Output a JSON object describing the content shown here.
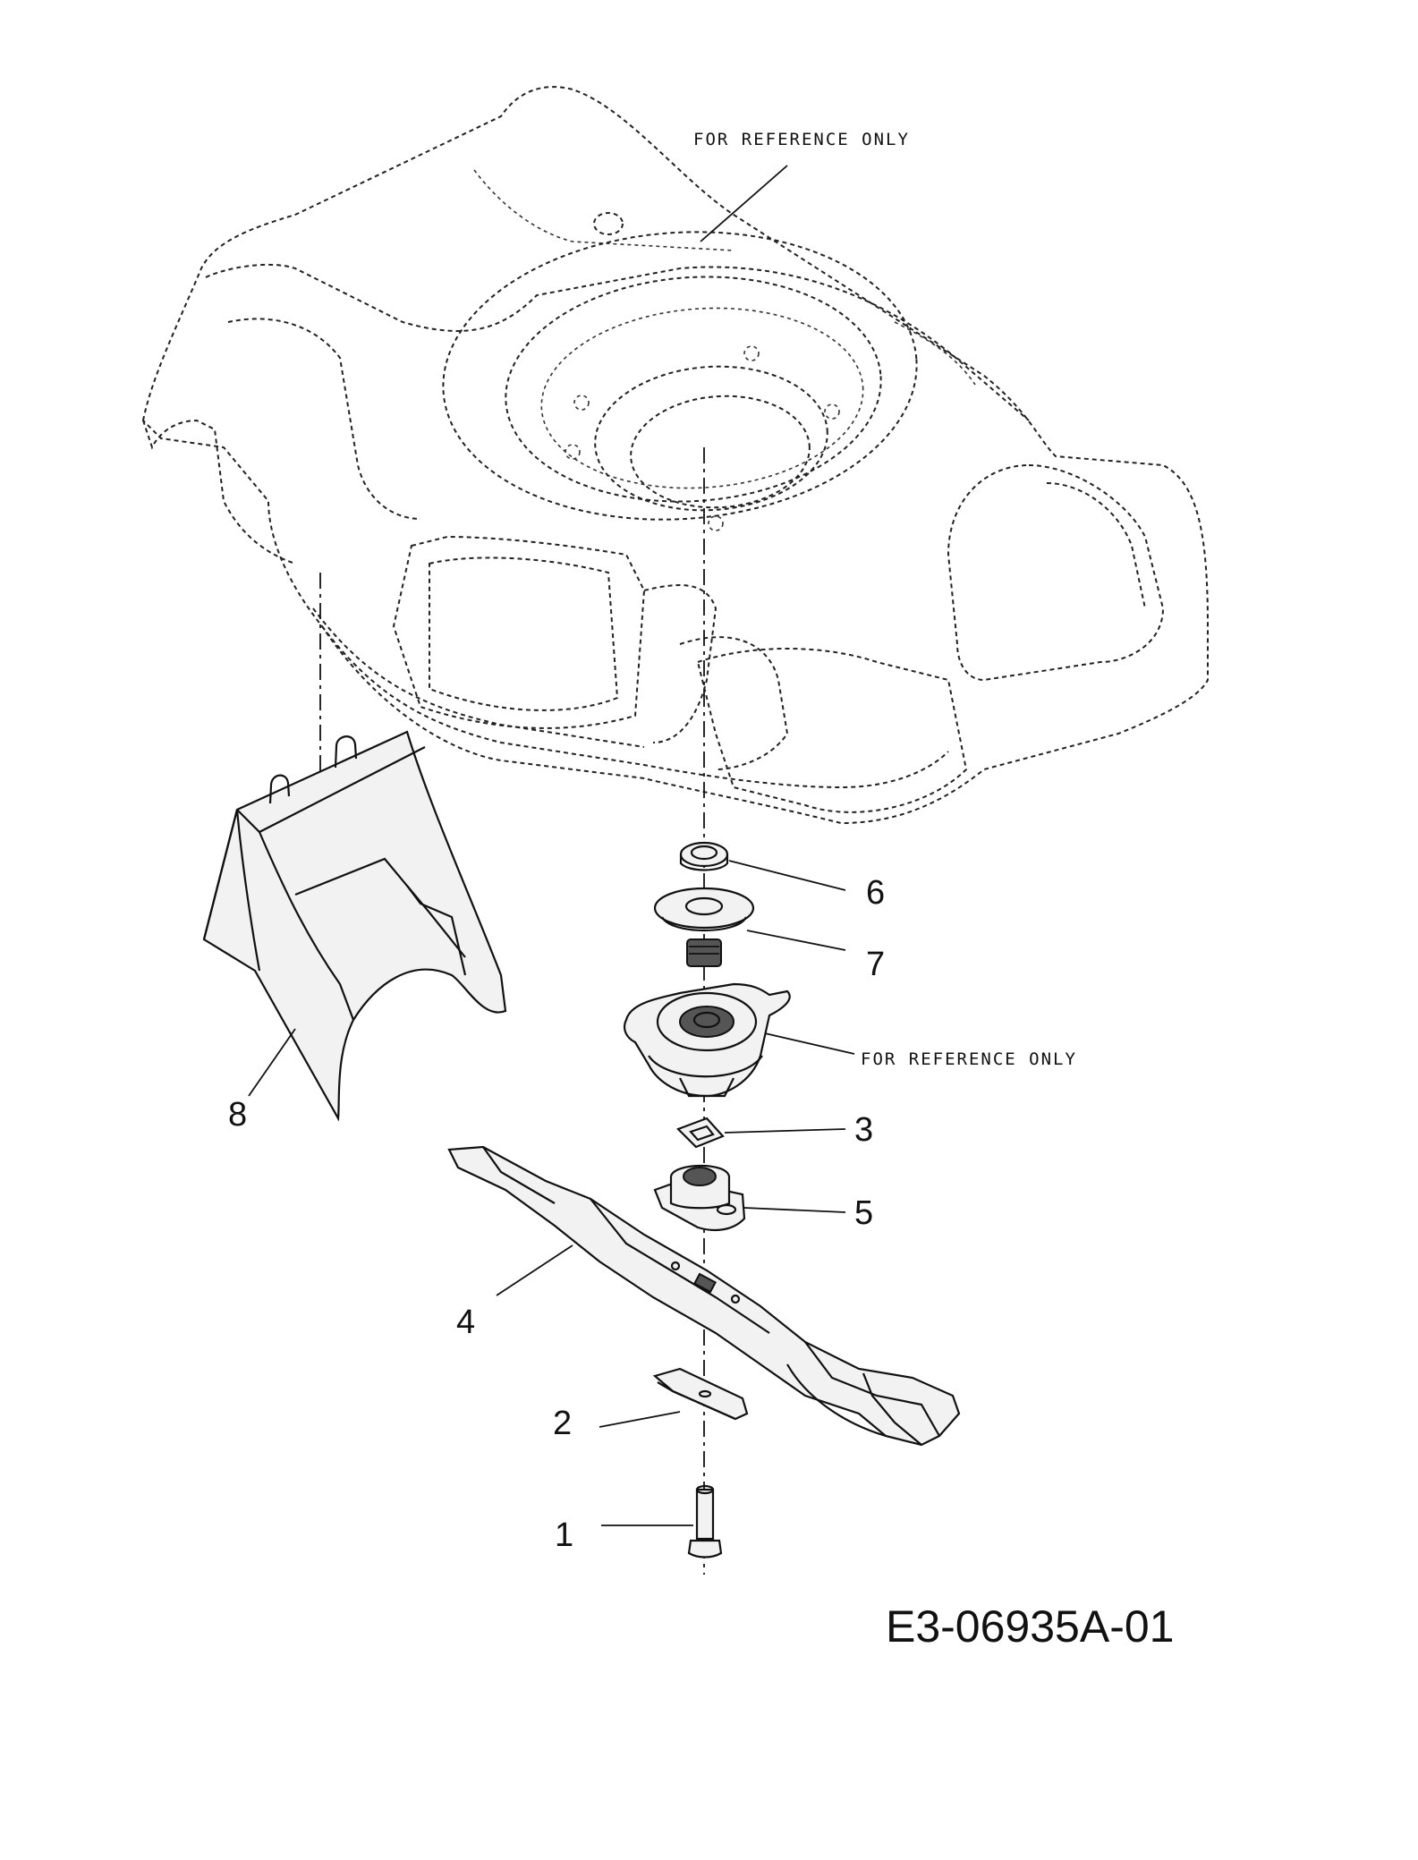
{
  "labels": {
    "deck_reference": "FOR REFERENCE ONLY",
    "motor_reference": "FOR REFERENCE ONLY",
    "drawing_id": "E3-06935A-01"
  },
  "callouts": [
    {
      "id": "1",
      "text": "1"
    },
    {
      "id": "2",
      "text": "2"
    },
    {
      "id": "3",
      "text": "3"
    },
    {
      "id": "4",
      "text": "4"
    },
    {
      "id": "5",
      "text": "5"
    },
    {
      "id": "6",
      "text": "6"
    },
    {
      "id": "7",
      "text": "7"
    },
    {
      "id": "8",
      "text": "8"
    }
  ]
}
